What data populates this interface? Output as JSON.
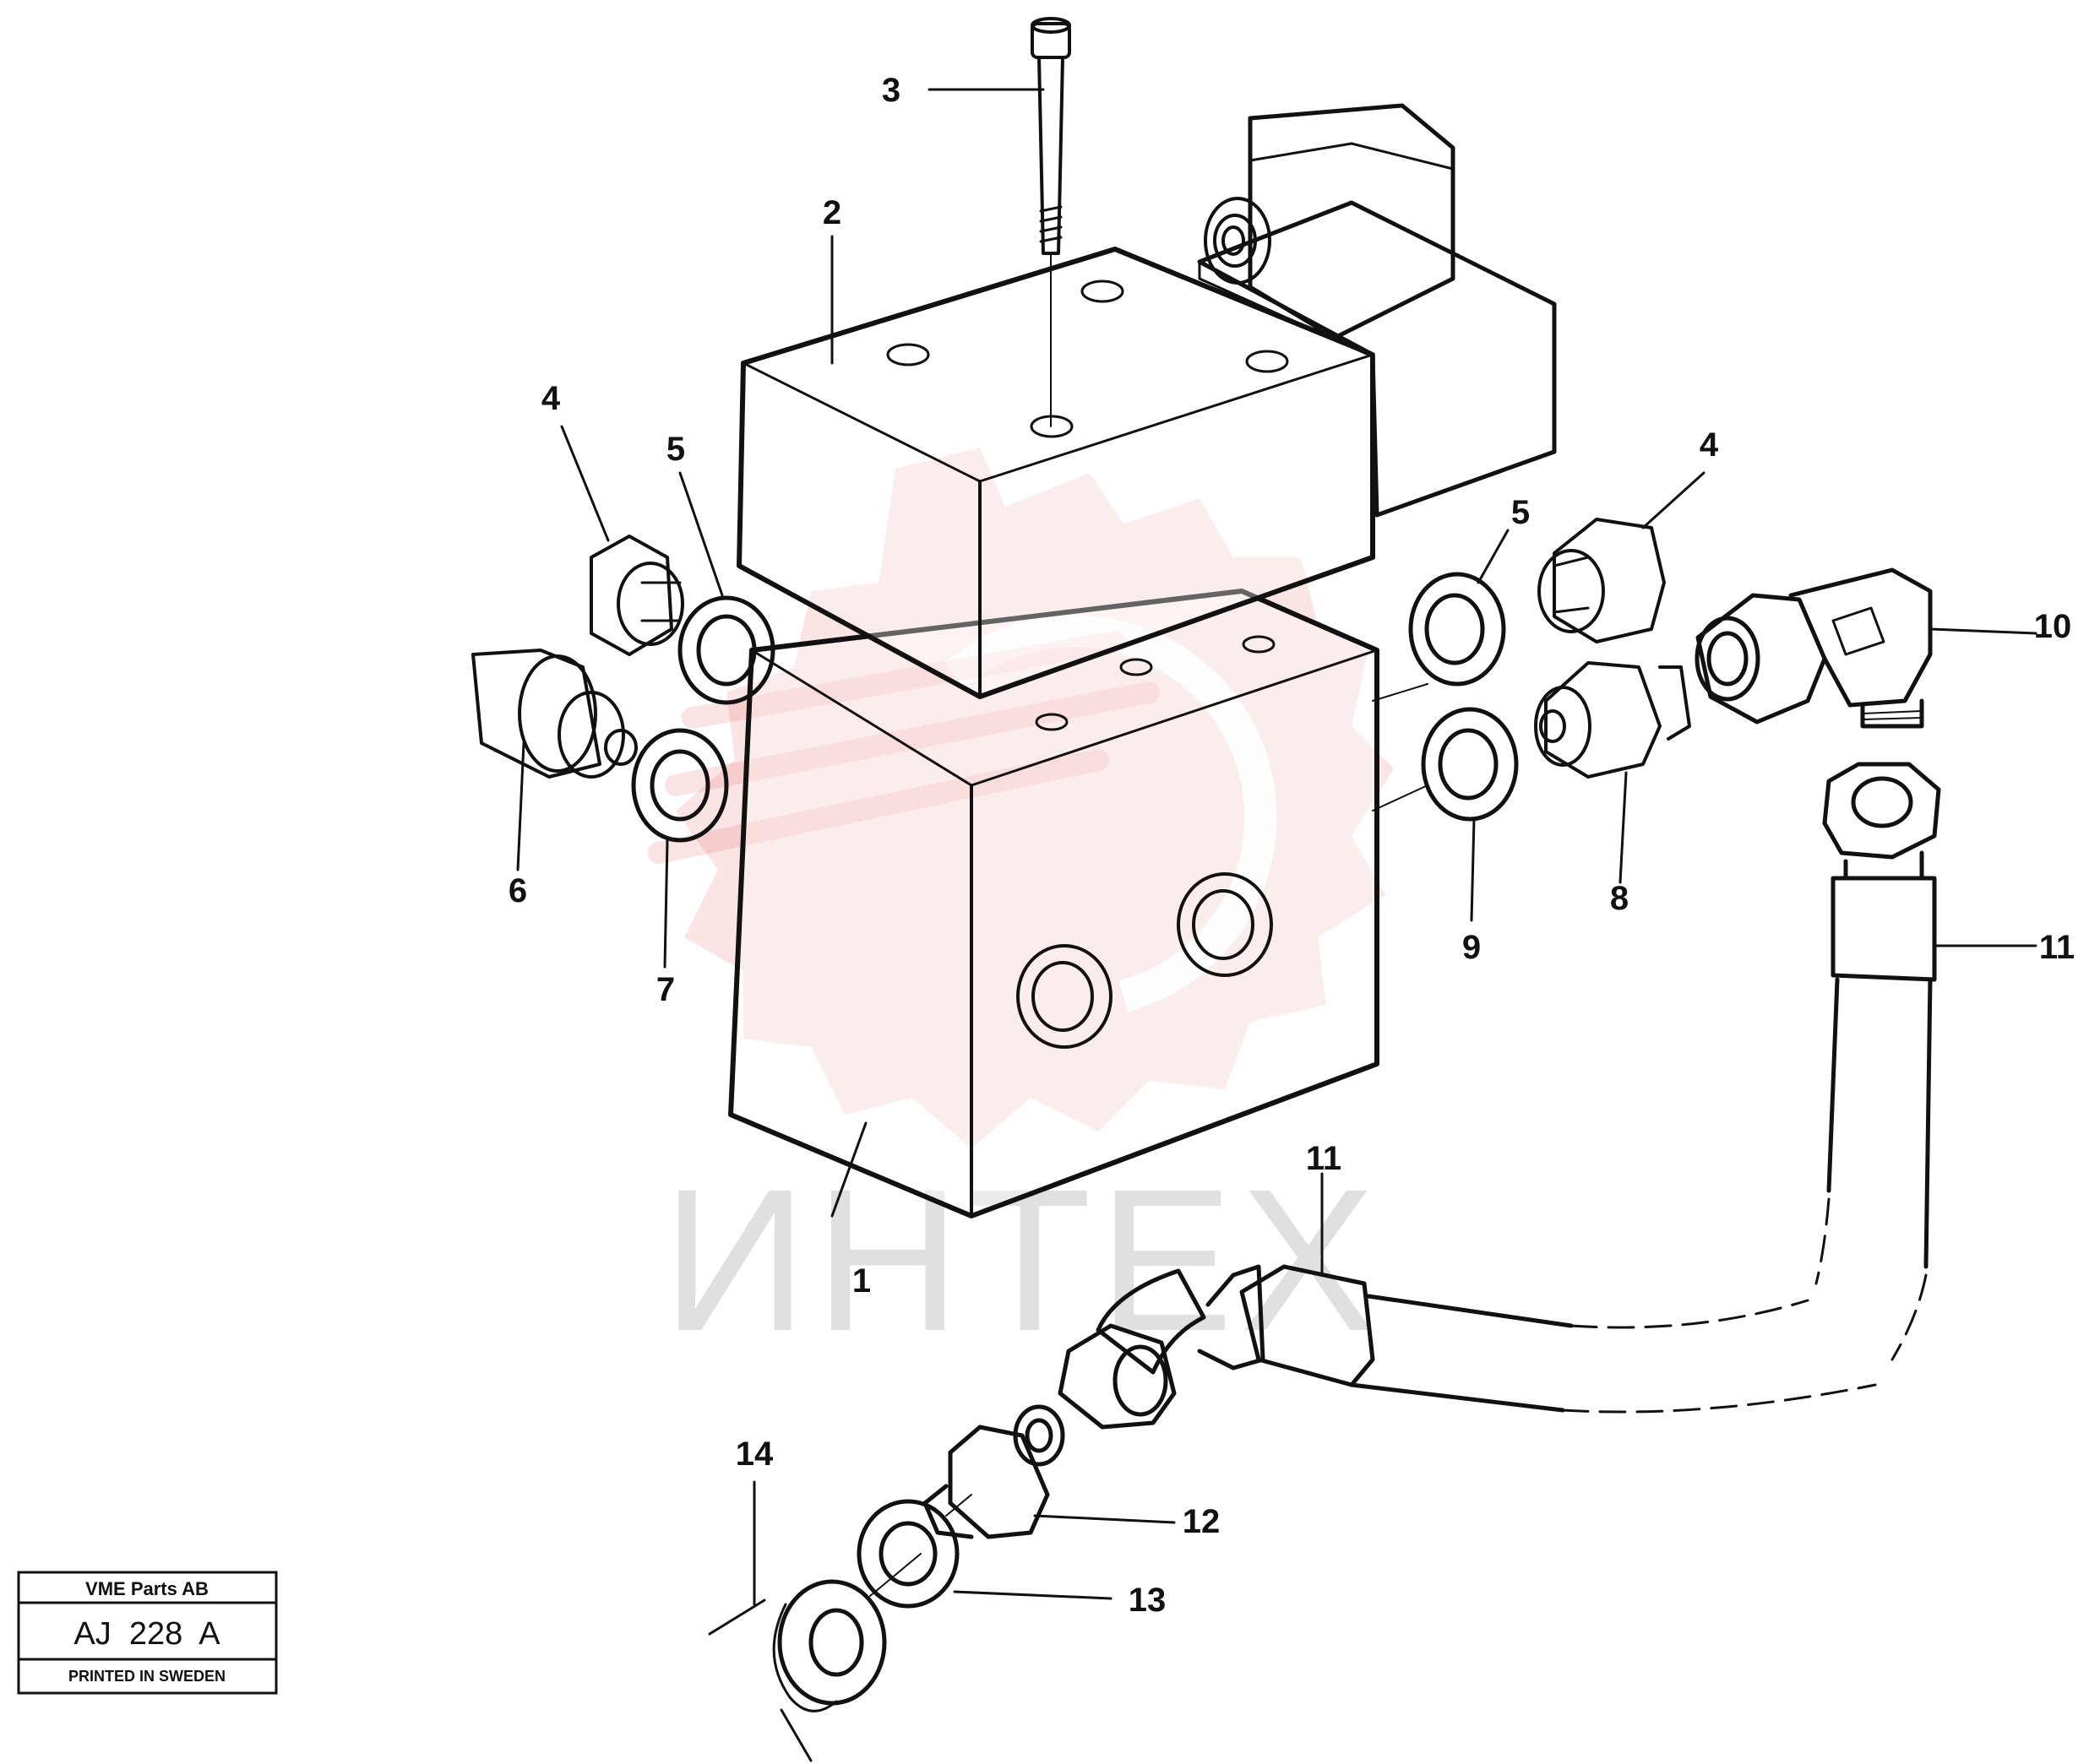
{
  "watermark": {
    "text": "ИНТЕХ",
    "gear_color": "#e03030",
    "text_color": "#c8c8c8"
  },
  "callouts": {
    "c1": "1",
    "c2": "2",
    "c3": "3",
    "c4a": "4",
    "c4b": "4",
    "c5a": "5",
    "c5b": "5",
    "c6": "6",
    "c7": "7",
    "c8": "8",
    "c9": "9",
    "c10": "10",
    "c11a": "11",
    "c11b": "11",
    "c12": "12",
    "c13": "13",
    "c14": "14"
  },
  "title_box": {
    "company": "VME Parts AB",
    "code": "AJ  228  A",
    "footer": "PRINTED IN SWEDEN"
  }
}
